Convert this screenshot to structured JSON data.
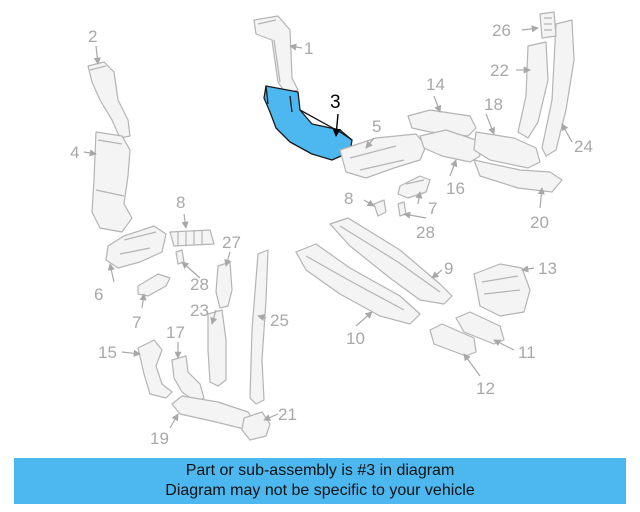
{
  "diagram": {
    "highlight_color": "#4db8f0",
    "highlighted_callout": "3",
    "callouts": [
      "1",
      "2",
      "3",
      "4",
      "5",
      "6",
      "7",
      "7",
      "8",
      "8",
      "9",
      "10",
      "11",
      "12",
      "13",
      "14",
      "15",
      "16",
      "17",
      "18",
      "19",
      "20",
      "21",
      "22",
      "23",
      "24",
      "25",
      "26",
      "27",
      "28",
      "28"
    ]
  },
  "banner": {
    "line1": "Part or sub-assembly is #3 in diagram",
    "line2": "Diagram may not be specific to your vehicle",
    "background": "#4db8f0"
  }
}
